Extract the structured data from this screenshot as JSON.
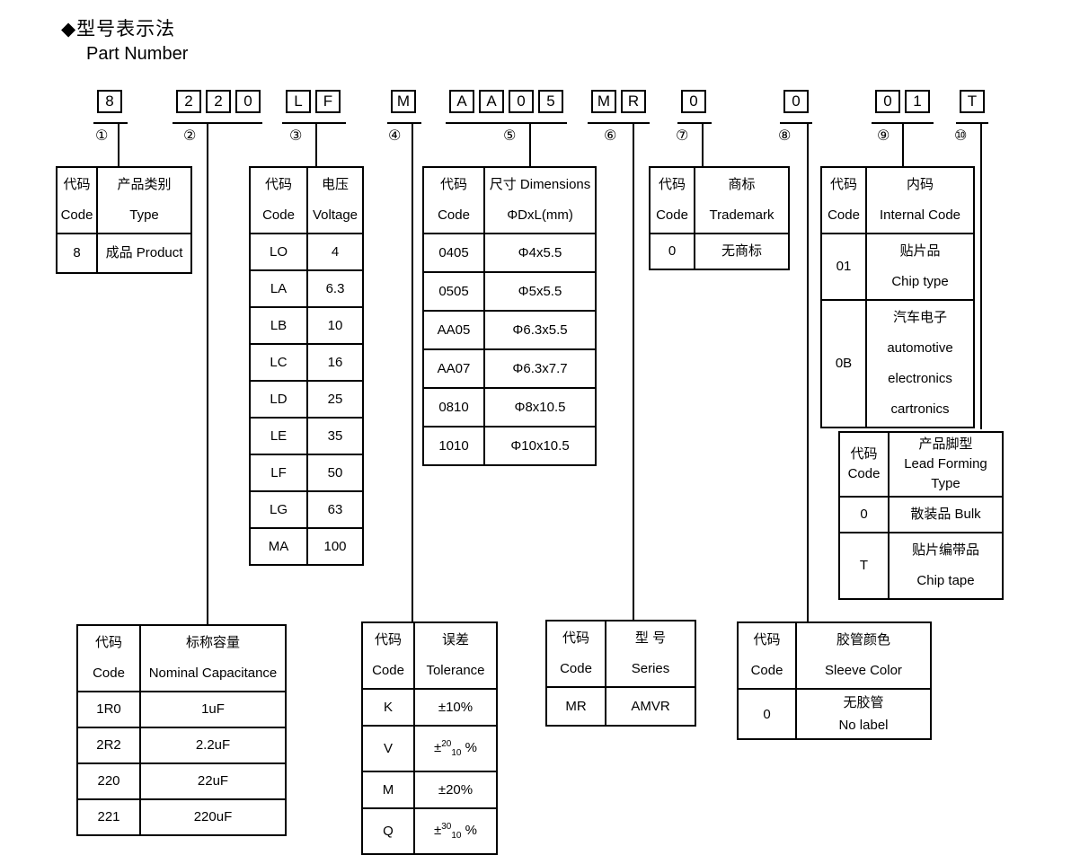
{
  "title": {
    "zh": "◆型号表示法",
    "en": "Part Number"
  },
  "part_number": {
    "groups": [
      {
        "marker": "①",
        "chars": [
          "8"
        ]
      },
      {
        "marker": "②",
        "chars": [
          "2",
          "2",
          "0"
        ]
      },
      {
        "marker": "③",
        "chars": [
          "L",
          "F"
        ]
      },
      {
        "marker": "④",
        "chars": [
          "M"
        ]
      },
      {
        "marker": "⑤",
        "chars": [
          "A",
          "A",
          "0",
          "5"
        ]
      },
      {
        "marker": "⑥",
        "chars": [
          "M",
          "R"
        ]
      },
      {
        "marker": "⑦",
        "chars": [
          "0"
        ]
      },
      {
        "marker": "⑧",
        "chars": [
          "0"
        ]
      },
      {
        "marker": "⑨",
        "chars": [
          "0",
          "1"
        ]
      },
      {
        "marker": "⑩",
        "chars": [
          "T"
        ]
      }
    ]
  },
  "tables": {
    "product_type": {
      "header": [
        [
          "代码",
          "Code"
        ],
        [
          "产品类别",
          "Type"
        ]
      ],
      "rows": [
        [
          [
            "8"
          ],
          [
            "成品 Product"
          ]
        ]
      ]
    },
    "voltage": {
      "header": [
        [
          "代码",
          "Code"
        ],
        [
          "电压",
          "Voltage"
        ]
      ],
      "rows": [
        [
          [
            "LO"
          ],
          [
            "4"
          ]
        ],
        [
          [
            "LA"
          ],
          [
            "6.3"
          ]
        ],
        [
          [
            "LB"
          ],
          [
            "10"
          ]
        ],
        [
          [
            "LC"
          ],
          [
            "16"
          ]
        ],
        [
          [
            "LD"
          ],
          [
            "25"
          ]
        ],
        [
          [
            "LE"
          ],
          [
            "35"
          ]
        ],
        [
          [
            "LF"
          ],
          [
            "50"
          ]
        ],
        [
          [
            "LG"
          ],
          [
            "63"
          ]
        ],
        [
          [
            "MA"
          ],
          [
            "100"
          ]
        ]
      ]
    },
    "dimensions": {
      "header": [
        [
          "代码",
          "Code"
        ],
        [
          "尺寸 Dimensions",
          "ΦDxL(mm)"
        ]
      ],
      "rows": [
        [
          [
            "0405"
          ],
          [
            "Φ4x5.5"
          ]
        ],
        [
          [
            "0505"
          ],
          [
            "Φ5x5.5"
          ]
        ],
        [
          [
            "AA05"
          ],
          [
            "Φ6.3x5.5"
          ]
        ],
        [
          [
            "AA07"
          ],
          [
            "Φ6.3x7.7"
          ]
        ],
        [
          [
            "0810"
          ],
          [
            "Φ8x10.5"
          ]
        ],
        [
          [
            "1010"
          ],
          [
            "Φ10x10.5"
          ]
        ]
      ]
    },
    "trademark": {
      "header": [
        [
          "代码",
          "Code"
        ],
        [
          "商标",
          "Trademark"
        ]
      ],
      "rows": [
        [
          [
            "0"
          ],
          [
            "无商标"
          ]
        ]
      ]
    },
    "internal_code": {
      "header": [
        [
          "代码",
          "Code"
        ],
        [
          "内码",
          "Internal Code"
        ]
      ],
      "rows": [
        [
          [
            "01"
          ],
          [
            "贴片品",
            "Chip type"
          ]
        ],
        [
          [
            "0B"
          ],
          [
            "汽车电子",
            "automotive",
            "electronics",
            "cartronics"
          ]
        ]
      ]
    },
    "lead_forming": {
      "header": [
        [
          "代码",
          "Code"
        ],
        [
          "产品脚型",
          "Lead Forming",
          "Type"
        ]
      ],
      "rows": [
        [
          [
            "0"
          ],
          [
            "散装品 Bulk"
          ]
        ],
        [
          [
            "T"
          ],
          [
            "贴片编带品",
            "Chip tape"
          ]
        ]
      ]
    },
    "capacitance": {
      "header": [
        [
          "代码",
          "Code"
        ],
        [
          "标称容量",
          "Nominal Capacitance"
        ]
      ],
      "rows": [
        [
          [
            "1R0"
          ],
          [
            "1uF"
          ]
        ],
        [
          [
            "2R2"
          ],
          [
            "2.2uF"
          ]
        ],
        [
          [
            "220"
          ],
          [
            "22uF"
          ]
        ],
        [
          [
            "221"
          ],
          [
            "220uF"
          ]
        ]
      ]
    },
    "tolerance": {
      "header": [
        [
          "代码",
          "Code"
        ],
        [
          "误差",
          "Tolerance"
        ]
      ],
      "rows": [
        [
          [
            "K"
          ],
          [
            "±10%"
          ]
        ],
        [
          [
            "V"
          ],
          [
            "±{20/10} %"
          ]
        ],
        [
          [
            "M"
          ],
          [
            "±20%"
          ]
        ],
        [
          [
            "Q"
          ],
          [
            "±{30/10} %"
          ]
        ]
      ]
    },
    "series": {
      "header": [
        [
          "代码",
          "Code"
        ],
        [
          "型 号",
          "Series"
        ]
      ],
      "rows": [
        [
          [
            "MR"
          ],
          [
            "AMVR"
          ]
        ]
      ]
    },
    "sleeve_color": {
      "header": [
        [
          "代码",
          "Code"
        ],
        [
          "胶管颜色",
          "Sleeve Color"
        ]
      ],
      "rows": [
        [
          [
            "0"
          ],
          [
            "无胶管",
            "No label"
          ]
        ]
      ]
    }
  }
}
